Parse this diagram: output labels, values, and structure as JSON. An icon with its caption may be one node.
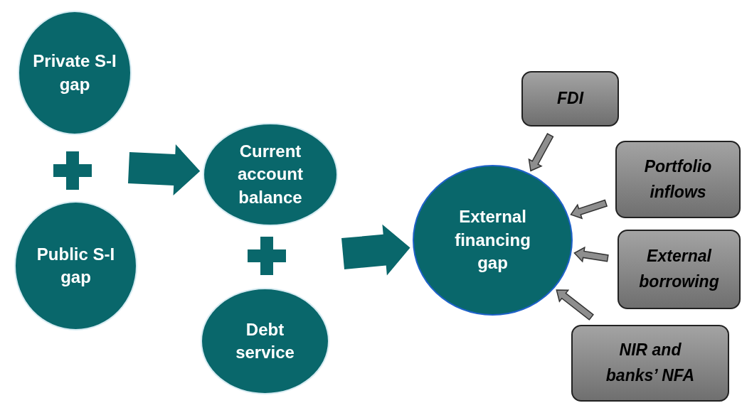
{
  "diagram": {
    "nodes": [
      {
        "text": [
          "Private S-I gap"
        ]
      },
      {
        "text": [
          "Public S-I gap"
        ]
      },
      {
        "text": [
          "Current account balance"
        ]
      },
      {
        "text": [
          "Debt service"
        ]
      },
      {
        "text": [
          "External financing gap"
        ]
      },
      {
        "text": [
          "FDI"
        ]
      },
      {
        "text": [
          "Portfolio inflows"
        ]
      },
      {
        "text": [
          "External borrowing"
        ]
      },
      {
        "text": [
          "NIR and banks’ NFA"
        ]
      }
    ],
    "edges": [
      {
        "from": null,
        "to": 2,
        "arrow": "to",
        "style": "thick",
        "color": "#09676b"
      },
      {
        "from": null,
        "to": 4,
        "arrow": "to",
        "style": "thick",
        "color": "#09676b"
      },
      {
        "from": 5,
        "to": 4,
        "arrow": "to"
      },
      {
        "from": 6,
        "to": 4,
        "arrow": "to"
      },
      {
        "from": 7,
        "to": 4,
        "arrow": "to"
      },
      {
        "from": 8,
        "to": 4,
        "arrow": "to"
      }
    ]
  }
}
